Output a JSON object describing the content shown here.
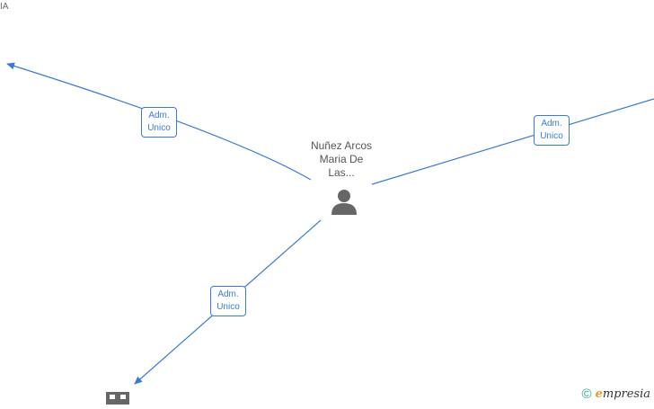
{
  "top_left_partial_text": "IA",
  "center_node": {
    "name_lines": [
      "Nuñez Arcos",
      "Maria De",
      "Las..."
    ],
    "icon": "person-icon"
  },
  "edges": [
    {
      "id": "top-left",
      "label_line1": "Adm.",
      "label_line2": "Unico"
    },
    {
      "id": "right",
      "label_line1": "Adm.",
      "label_line2": "Unico"
    },
    {
      "id": "bottom-left",
      "label_line1": "Adm.",
      "label_line2": "Unico"
    }
  ],
  "bottom_node_icon": "building-icon",
  "watermark": {
    "copyright": "©",
    "brand_first": "e",
    "brand_rest": "mpresia"
  },
  "colors": {
    "edge": "#3a7bd5",
    "icon": "#666666",
    "text": "#555555"
  }
}
